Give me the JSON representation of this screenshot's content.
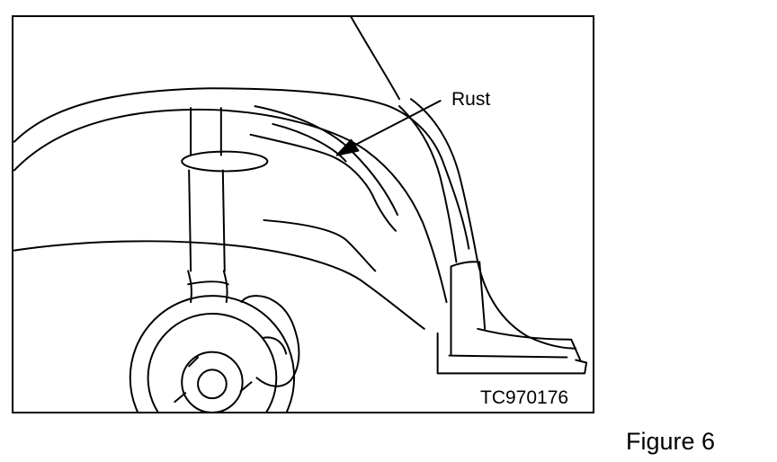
{
  "figure": {
    "caption": "Figure 6",
    "code": "TC970176"
  },
  "callouts": {
    "rust_label": "Rust"
  },
  "colors": {
    "line": "#000000",
    "background": "#ffffff"
  }
}
